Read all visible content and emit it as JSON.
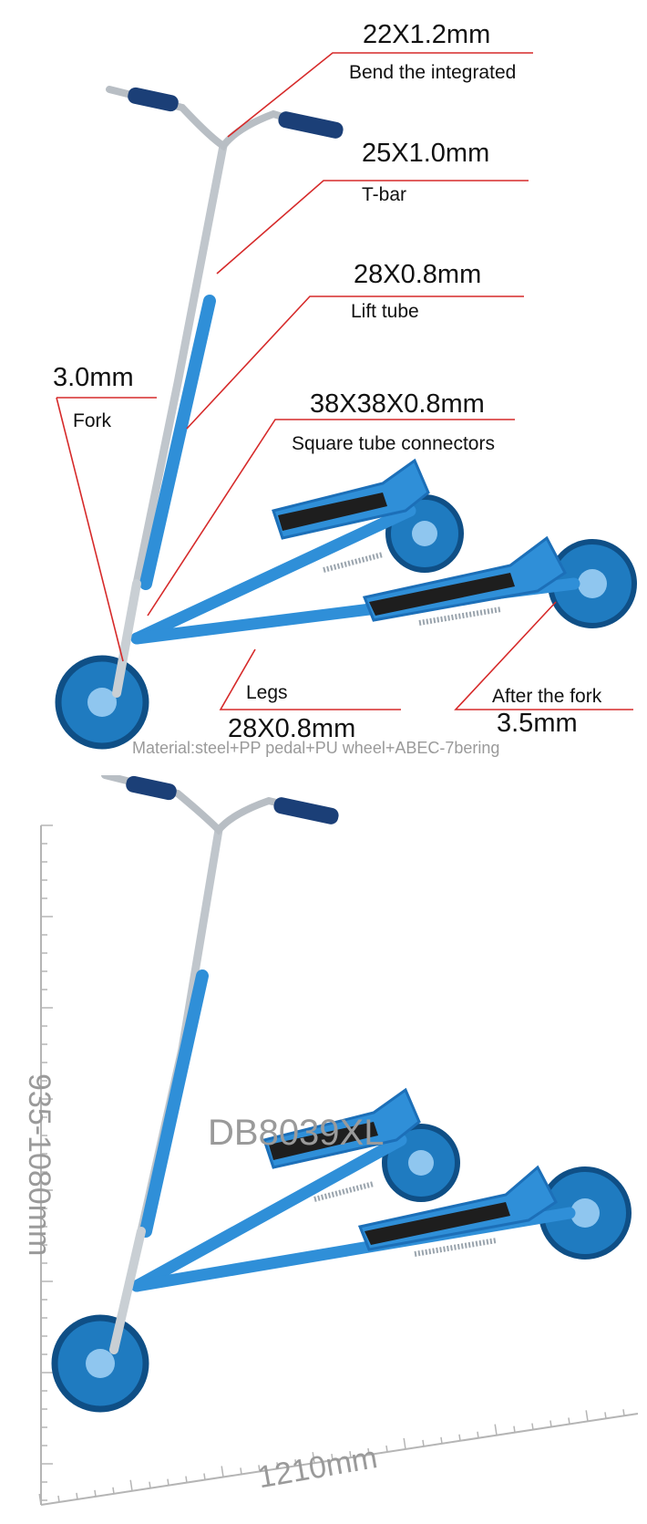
{
  "specs": {
    "handlebar": {
      "value": "22X1.2mm",
      "desc": "Bend the integrated"
    },
    "tbar": {
      "value": "25X1.0mm",
      "desc": "T-bar"
    },
    "lift_tube": {
      "value": "28X0.8mm",
      "desc": "Lift tube"
    },
    "fork": {
      "value": "3.0mm",
      "desc": "Fork"
    },
    "connectors": {
      "value": "38X38X0.8mm",
      "desc": "Square tube connectors"
    },
    "legs": {
      "value": "28X0.8mm",
      "desc": "Legs"
    },
    "rear_fork": {
      "value": "3.5mm",
      "desc": "After the fork"
    }
  },
  "material": "Material:steel+PP pedal+PU wheel+ABEC-7bering",
  "model": "DB8039XL",
  "height": "935-1080mm",
  "length": "1210mm",
  "colors": {
    "frame": "#2f8fd8",
    "frame_dark": "#1c6fb8",
    "wheel": "#1f7bc0",
    "leader": "#d62a2a",
    "dim_text": "#9a9a9a"
  }
}
